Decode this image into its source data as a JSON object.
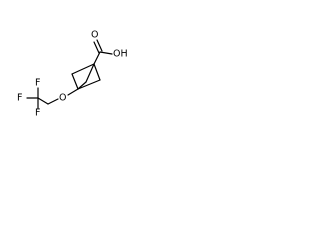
{
  "molecule": {
    "atoms": {
      "hydroxyl": "OH",
      "carbonyl_oxygen": "O",
      "ether_oxygen": "O",
      "fluorine_top": "F",
      "fluorine_left": "F",
      "fluorine_bottom": "F"
    },
    "colors": {
      "bond": "#000000",
      "label": "#000000",
      "background": "#ffffff"
    }
  }
}
